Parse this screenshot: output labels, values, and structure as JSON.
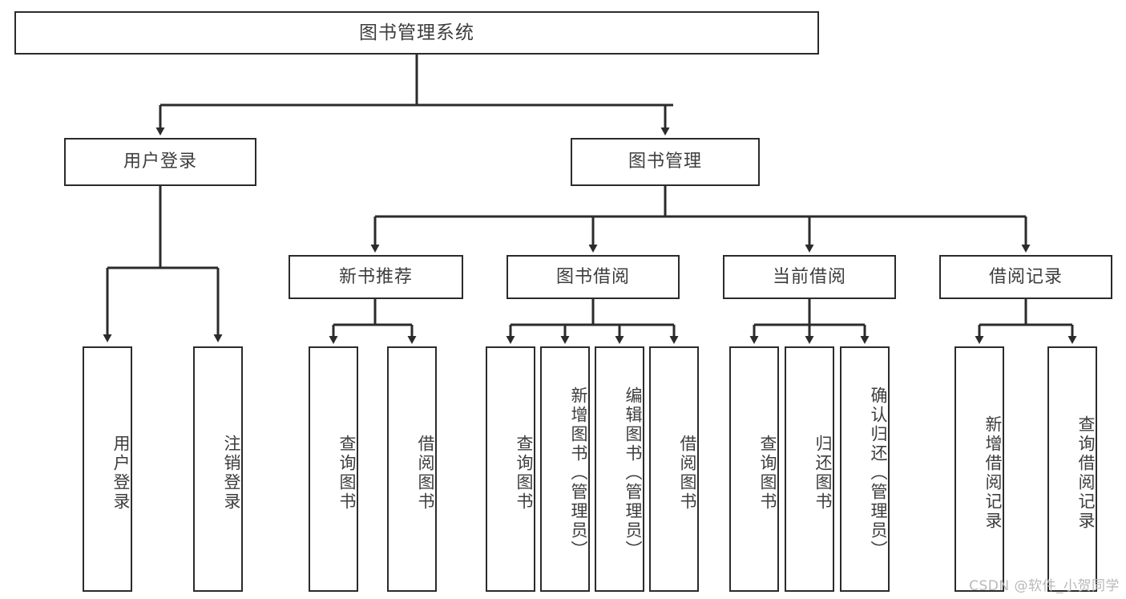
{
  "diagram": {
    "title": "图书管理系统",
    "watermark": "CSDN @软件_小贺同学",
    "line_color": "#2b2b2b",
    "text_color": "#3d3d3d",
    "background": "#ffffff",
    "levels": {
      "root": {
        "label": "图书管理系统"
      },
      "level2": [
        {
          "label": "用户登录"
        },
        {
          "label": "图书管理"
        }
      ],
      "level3": [
        {
          "label": "新书推荐"
        },
        {
          "label": "图书借阅"
        },
        {
          "label": "当前借阅"
        },
        {
          "label": "借阅记录"
        }
      ],
      "leaves": {
        "user_login": [
          {
            "label": "用户登录"
          },
          {
            "label": "注销登录"
          }
        ],
        "new_book_recommend": [
          {
            "label": "查询图书"
          },
          {
            "label": "借阅图书"
          }
        ],
        "book_borrow": [
          {
            "label": "查询图书"
          },
          {
            "label": "新增图书（管理员）"
          },
          {
            "label": "编辑图书（管理员）"
          },
          {
            "label": "借阅图书"
          }
        ],
        "current_borrow": [
          {
            "label": "查询图书"
          },
          {
            "label": "归还图书"
          },
          {
            "label": "确认归还（管理员）"
          }
        ],
        "borrow_record": [
          {
            "label": "新增借阅记录"
          },
          {
            "label": "查询借阅记录"
          }
        ]
      }
    }
  }
}
